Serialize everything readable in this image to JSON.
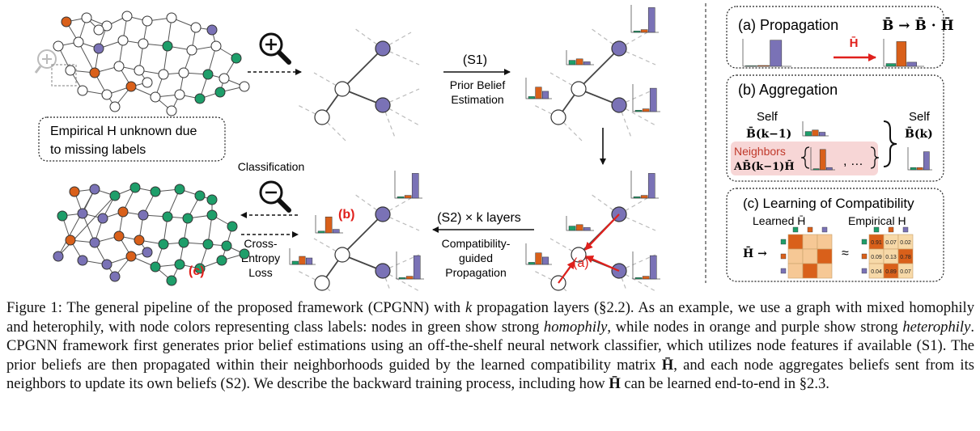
{
  "colors": {
    "green": "#1e9e6a",
    "orange": "#d9601a",
    "purple": "#7a72b6",
    "red": "#e0201c",
    "light_orange": "#f5c48a",
    "pink": "#f7d6d6"
  },
  "left_panel": {
    "empirical_note_line1": "Empirical H unknown due",
    "empirical_note_line2": "to missing labels",
    "classification": "Classification",
    "loss_line1": "Cross-",
    "loss_line2": "Entropy",
    "loss_line3": "Loss",
    "marker_c": "(c)",
    "marker_b": "(b)",
    "marker_a": "(a)",
    "s1": "(S1)",
    "s1_desc_line1": "Prior Belief",
    "s1_desc_line2": "Estimation",
    "s2": "(S2) × k layers",
    "s2_desc_line1": "Compatibility-",
    "s2_desc_line2": "guided",
    "s2_desc_line3": "Propagation",
    "zoom_in_icon": "zoom-in-icon",
    "zoom_out_icon": "zoom-out-icon"
  },
  "right_panel": {
    "propagation": {
      "title": "(a) Propagation",
      "formula": "B̄ → B̄ · H̄",
      "h_label": "H̄"
    },
    "aggregation": {
      "title": "(b) Aggregation",
      "self_left": "Self",
      "self_left_formula": "B̄(k−1)",
      "self_right": "Self",
      "self_right_formula": "B̄(k)",
      "neighbors": "Neighbors",
      "neighbors_formula": "AB̄(k−1)H̄",
      "ellipsis": ", …"
    },
    "compatibility": {
      "title": "(c) Learning of Compatibility",
      "learned": "Learned H̄",
      "empirical": "Empirical H",
      "h_arrow": "H̄ →",
      "approx": "≈",
      "matrix_values": [
        "0.91",
        "0.07",
        "0.02",
        "0.09",
        "0.13",
        "0.78",
        "0.04",
        "0.89",
        "0.07"
      ]
    }
  },
  "caption": {
    "part1": "Figure 1: The general pipeline of the proposed framework (CPGNN) with ",
    "k": "k",
    "part2": " propagation layers (§2.2). As an example, we use a graph with mixed homophily and heterophily, with node colors representing class labels: nodes in green show strong ",
    "homophily": "homophily",
    "part3": ", while nodes in orange and purple show strong ",
    "heterophily": "heterophily",
    "part4": ". CPGNN framework first generates prior belief estimations using an off-the-shelf neural network classifier, which utilizes node features if available (S1). The prior beliefs are then propagated within their neighborhoods guided by the learned compatibility matrix ",
    "hbar1": "H̄",
    "part5": ", and each node aggregates beliefs sent from its neighbors to update its own beliefs (S2). We describe the backward training process, including how ",
    "hbar2": "H̄",
    "part6": " can be learned end-to-end in §2.3."
  }
}
